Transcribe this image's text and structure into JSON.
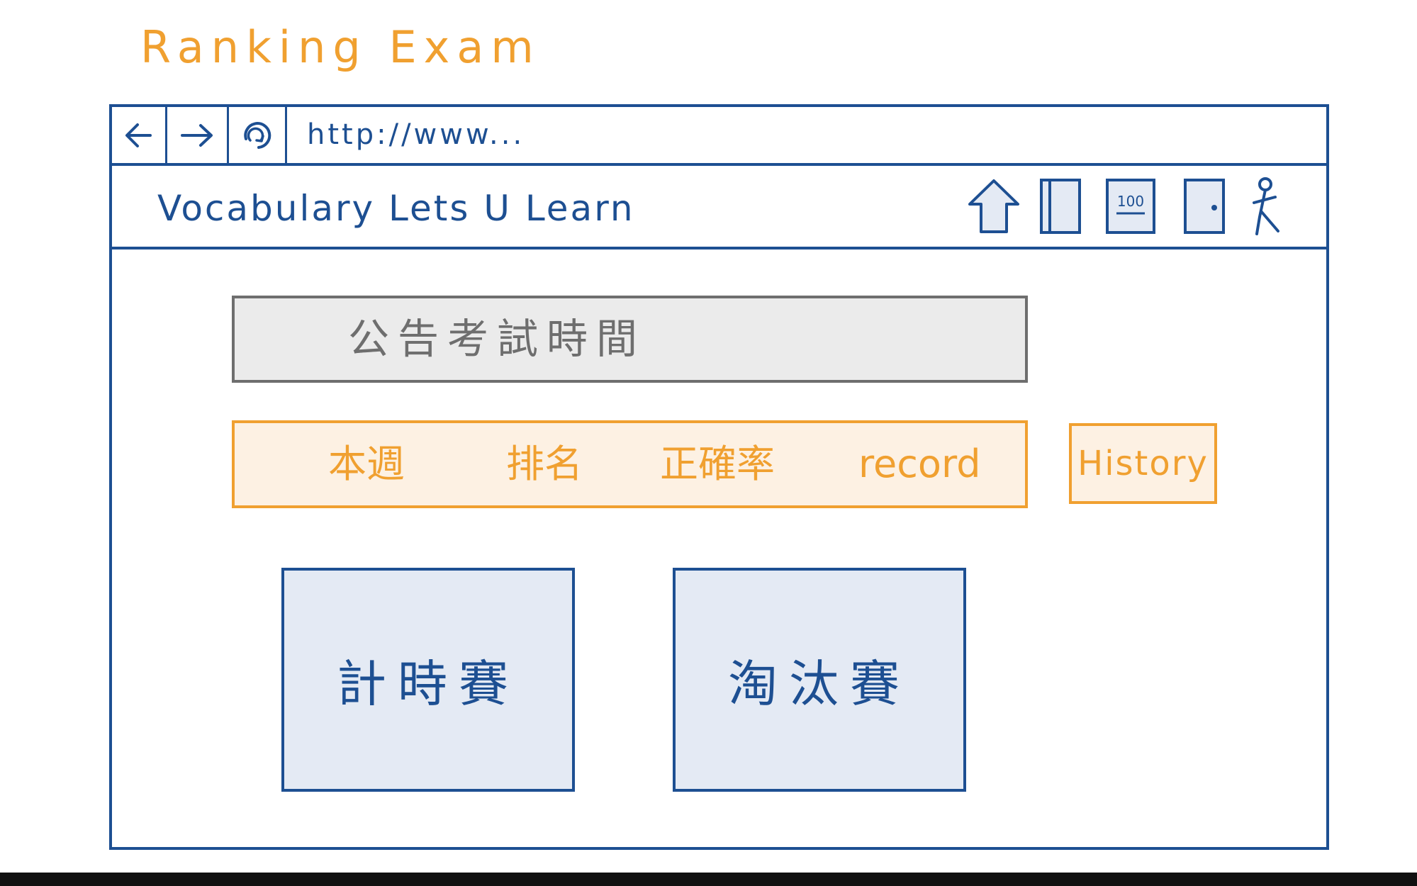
{
  "colors": {
    "ink": "#1d4f92",
    "accent": "#f0a030",
    "accent_fill": "#fdf1e3",
    "card_fill": "#e4eaf4",
    "muted": "#6e6e6e",
    "muted_fill": "#ebebeb"
  },
  "sketch": {
    "title": "Ranking Exam"
  },
  "browser": {
    "back_icon": "arrow-left-icon",
    "forward_icon": "arrow-right-icon",
    "refresh_icon": "refresh-icon",
    "url": "http://www..."
  },
  "app": {
    "brand": "Vocabulary Lets U Learn",
    "nav_icons": [
      "home-icon",
      "book-icon",
      "score-icon",
      "door-icon",
      "user-icon"
    ],
    "score_icon_label": "100"
  },
  "main": {
    "announcement": "公告考試時間",
    "ranking_columns": [
      "本週",
      "排名",
      "正確率",
      "record"
    ],
    "history_label": "History",
    "modes": [
      "計時賽",
      "淘汰賽"
    ]
  }
}
